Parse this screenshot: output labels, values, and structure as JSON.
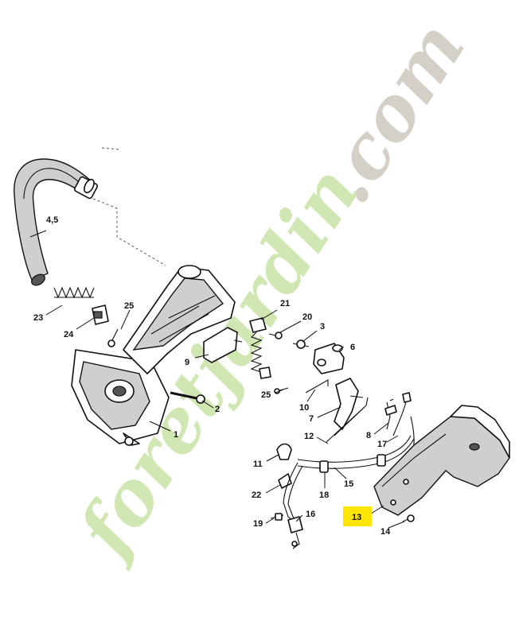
{
  "watermark": {
    "brand": "foretjardin",
    "tld": ".com",
    "color_green": "#c9e3a6",
    "color_orange": "#f6c79a",
    "color_gray": "#cdc8bf"
  },
  "highlight": {
    "label": "13",
    "color": "#ffe600"
  },
  "labels": {
    "p1": "1",
    "p2": "2",
    "p3": "3",
    "p45": "4,5",
    "p6": "6",
    "p7": "7",
    "p8": "8",
    "p9": "9",
    "p10": "10",
    "p11": "11",
    "p12": "12",
    "p14": "14",
    "p15": "15",
    "p16": "16",
    "p17": "17",
    "p18": "18",
    "p19": "19",
    "p20": "20",
    "p21": "21",
    "p22": "22",
    "p23": "23",
    "p24": "24",
    "p25a": "25",
    "p25b": "25"
  }
}
